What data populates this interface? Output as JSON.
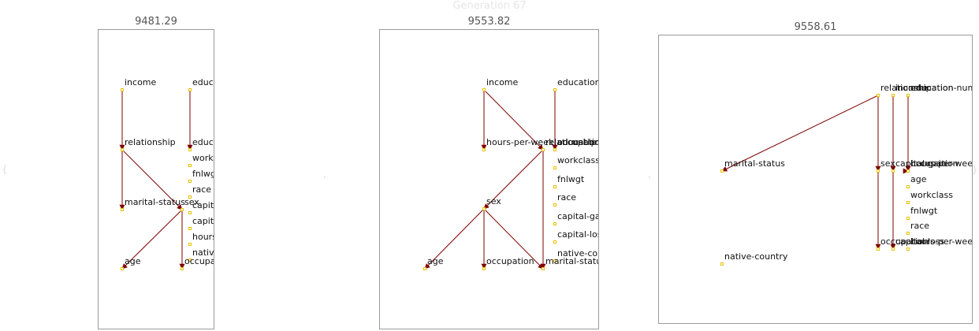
{
  "header": {
    "title": "Generation 67"
  },
  "colors": {
    "edge": "#7f0000",
    "node": "#e8c200",
    "frame": "#9a9a9a"
  },
  "panels": [
    {
      "score": "9481.29",
      "nodes": [
        {
          "id": "income",
          "label": "income"
        },
        {
          "id": "education",
          "label": "education"
        },
        {
          "id": "relationship",
          "label": "relationship"
        },
        {
          "id": "education_num",
          "label": "education-num"
        },
        {
          "id": "workclass",
          "label": "workclass"
        },
        {
          "id": "fnlwgt",
          "label": "fnlwgt"
        },
        {
          "id": "race",
          "label": "race"
        },
        {
          "id": "marital_status",
          "label": "marital-status"
        },
        {
          "id": "sex",
          "label": "sex"
        },
        {
          "id": "capital_gain",
          "label": "capital-gain"
        },
        {
          "id": "capital_loss",
          "label": "capital-loss"
        },
        {
          "id": "hours_per_week",
          "label": "hours-per-week"
        },
        {
          "id": "native_country",
          "label": "native-country"
        },
        {
          "id": "age",
          "label": "age"
        },
        {
          "id": "occupation",
          "label": "occupation"
        }
      ],
      "edges": [
        [
          "income",
          "relationship"
        ],
        [
          "education",
          "education_num"
        ],
        [
          "relationship",
          "marital_status"
        ],
        [
          "relationship",
          "sex"
        ],
        [
          "sex",
          "age"
        ],
        [
          "sex",
          "occupation"
        ]
      ]
    },
    {
      "score": "9553.82",
      "nodes": [
        {
          "id": "income",
          "label": "income"
        },
        {
          "id": "education",
          "label": "education"
        },
        {
          "id": "hours_per_week",
          "label": "hours-per-week"
        },
        {
          "id": "relationship",
          "label": "relationship"
        },
        {
          "id": "education_num",
          "label": "education-num"
        },
        {
          "id": "occupation_mid",
          "label": "occupation"
        },
        {
          "id": "workclass",
          "label": "workclass"
        },
        {
          "id": "fnlwgt",
          "label": "fnlwgt"
        },
        {
          "id": "race",
          "label": "race"
        },
        {
          "id": "capital_gain",
          "label": "capital-gain"
        },
        {
          "id": "capital_loss",
          "label": "capital-loss"
        },
        {
          "id": "native_country",
          "label": "native-country"
        },
        {
          "id": "sex",
          "label": "sex"
        },
        {
          "id": "age",
          "label": "age"
        },
        {
          "id": "occupation",
          "label": "occupation"
        },
        {
          "id": "marital_status",
          "label": "marital-status"
        }
      ],
      "edges": [
        [
          "income",
          "hours_per_week"
        ],
        [
          "income",
          "relationship"
        ],
        [
          "education",
          "education_num"
        ],
        [
          "relationship",
          "sex"
        ],
        [
          "relationship",
          "marital_status"
        ],
        [
          "sex",
          "age"
        ],
        [
          "sex",
          "occupation"
        ],
        [
          "sex",
          "marital_status"
        ]
      ]
    },
    {
      "score": "9558.61",
      "nodes": [
        {
          "id": "relationship",
          "label": "relationship"
        },
        {
          "id": "income",
          "label": "income"
        },
        {
          "id": "education",
          "label": "education"
        },
        {
          "id": "education_num",
          "label": "education-num"
        },
        {
          "id": "marital_status",
          "label": "marital-status"
        },
        {
          "id": "sex",
          "label": "sex"
        },
        {
          "id": "capital_gain",
          "label": "capital-gain"
        },
        {
          "id": "hours_per_week",
          "label": "hours-per-week"
        },
        {
          "id": "occupation",
          "label": "occupation"
        },
        {
          "id": "age",
          "label": "age"
        },
        {
          "id": "workclass",
          "label": "workclass"
        },
        {
          "id": "fnlwgt",
          "label": "fnlwgt"
        },
        {
          "id": "race",
          "label": "race"
        },
        {
          "id": "hours_per_week2",
          "label": "hours-per-week"
        },
        {
          "id": "native_country",
          "label": "native-country"
        },
        {
          "id": "occupation2",
          "label": "occupation"
        },
        {
          "id": "capital_loss",
          "label": "capital-loss"
        }
      ],
      "edges": [
        [
          "relationship",
          "marital_status"
        ],
        [
          "relationship",
          "sex"
        ],
        [
          "income",
          "capital_gain"
        ],
        [
          "education",
          "hours_per_week"
        ],
        [
          "sex",
          "occupation2"
        ],
        [
          "capital_gain",
          "capital_loss"
        ],
        [
          "hours_per_week",
          "occupation"
        ]
      ]
    }
  ]
}
